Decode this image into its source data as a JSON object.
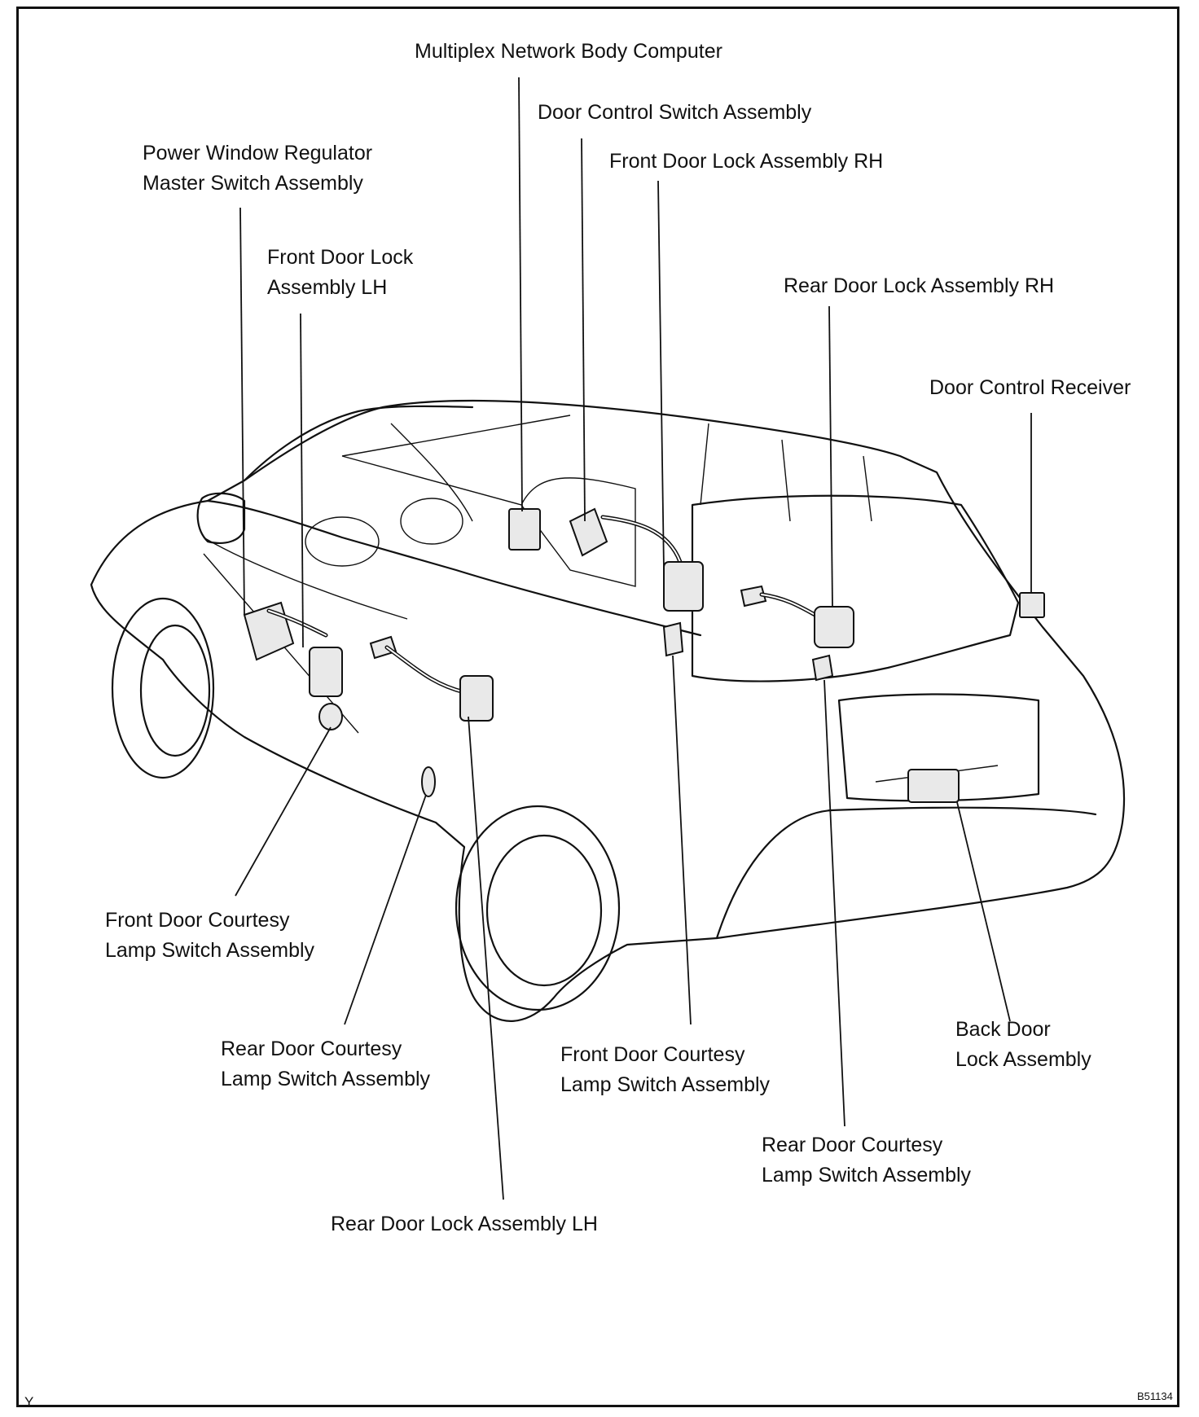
{
  "labels": {
    "multiplex_network_body_computer": "Multiplex Network Body Computer",
    "door_control_switch_assembly": "Door Control Switch Assembly",
    "power_window_regulator_master_switch": [
      "Power Window Regulator",
      "Master Switch Assembly"
    ],
    "front_door_lock_assembly_rh": "Front Door Lock Assembly RH",
    "front_door_lock_assembly_lh": [
      "Front Door Lock",
      "Assembly LH"
    ],
    "rear_door_lock_assembly_rh": "Rear Door Lock Assembly RH",
    "door_control_receiver": "Door Control Receiver",
    "front_door_courtesy_lamp_switch_left": [
      "Front Door Courtesy",
      "Lamp Switch Assembly"
    ],
    "rear_door_courtesy_lamp_switch_left": [
      "Rear Door Courtesy",
      "Lamp Switch Assembly"
    ],
    "front_door_courtesy_lamp_switch_right": [
      "Front Door Courtesy",
      "Lamp Switch Assembly"
    ],
    "back_door_lock_assembly": [
      "Back Door",
      "Lock Assembly"
    ],
    "rear_door_courtesy_lamp_switch_right": [
      "Rear Door Courtesy",
      "Lamp Switch Assembly"
    ],
    "rear_door_lock_assembly_lh": "Rear Door Lock Assembly LH"
  },
  "corner_marks": {
    "bottom_left": "Y",
    "figure_code": "B51134"
  }
}
